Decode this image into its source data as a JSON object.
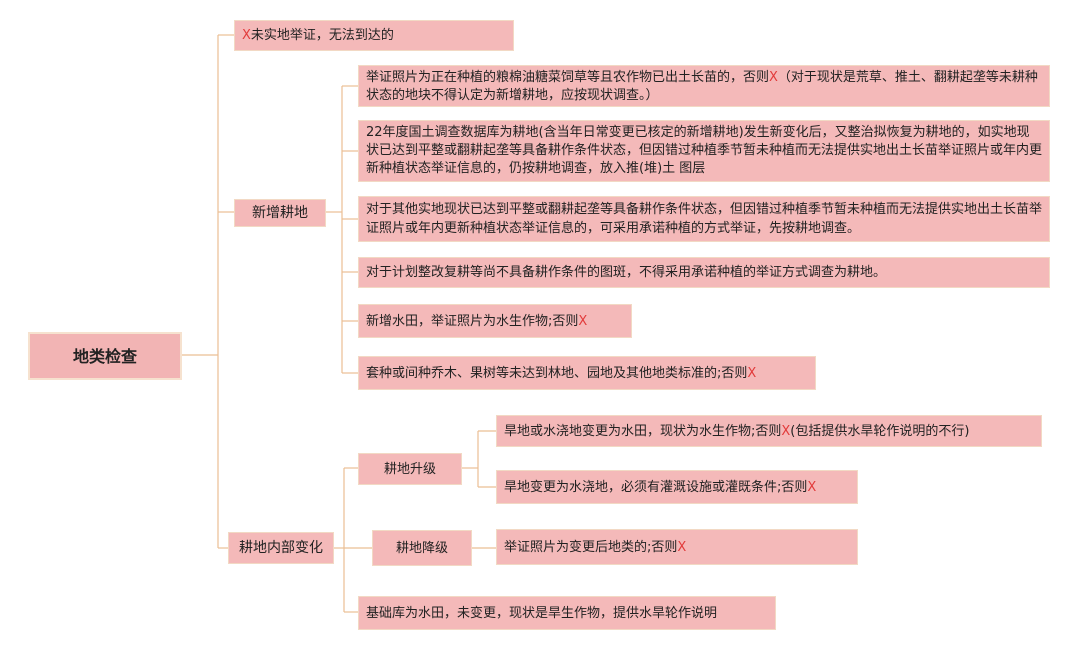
{
  "diagram": {
    "root": "地类检查",
    "mark": "X",
    "branches": {
      "unreachable": {
        "text": "未实地举证，无法到达的"
      },
      "new_farmland": {
        "label": "新增耕地",
        "items": [
          {
            "text": "举证照片为正在种植的粮棉油糖菜饲草等且农作物已出土长苗的，否则",
            "tail": "（对于现状是荒草、推土、翻耕起垄等未耕种状态的地块不得认定为新增耕地，应按现状调查。）"
          },
          {
            "text": "22年度国土调查数据库为耕地(含当年日常变更已核定的新增耕地)发生新变化后，又整治拟恢复为耕地的，如实地现状已达到平整或翻耕起垄等具备耕作条件状态，但因错过种植季节暂未种植而无法提供实地出土长苗举证照片或年内更新种植状态举证信息的，仍按耕地调查，放入推(堆)土 图层"
          },
          {
            "text": "对于其他实地现状已达到平整或翻耕起垄等具备耕作条件状态，但因错过种植季节暂未种植而无法提供实地出土长苗举证照片或年内更新种植状态举证信息的，可采用承诺种植的方式举证，先按耕地调查。"
          },
          {
            "text": "对于计划整改复耕等尚不具备耕作条件的图斑，不得采用承诺种植的举证方式调查为耕地。"
          },
          {
            "text": "新增水田，举证照片为水生作物;否则"
          },
          {
            "text": "套种或间种乔木、果树等未达到林地、园地及其他地类标准的;否则"
          }
        ]
      },
      "internal_change": {
        "label": "耕地内部变化",
        "upgrade": {
          "label": "耕地升级",
          "items": [
            {
              "text": "旱地或水浇地变更为水田，现状为水生作物;否则",
              "tail": "(包括提供水旱轮作说明的不行)"
            },
            {
              "text": "旱地变更为水浇地，必须有灌溉设施或灌既条件;否则"
            }
          ]
        },
        "downgrade": {
          "label": "耕地降级",
          "items": [
            {
              "text": "举证照片为变更后地类的;否则"
            }
          ]
        },
        "base": {
          "text": "基础库为水田，未变更，现状是旱生作物，提供水旱轮作说明"
        }
      }
    }
  }
}
